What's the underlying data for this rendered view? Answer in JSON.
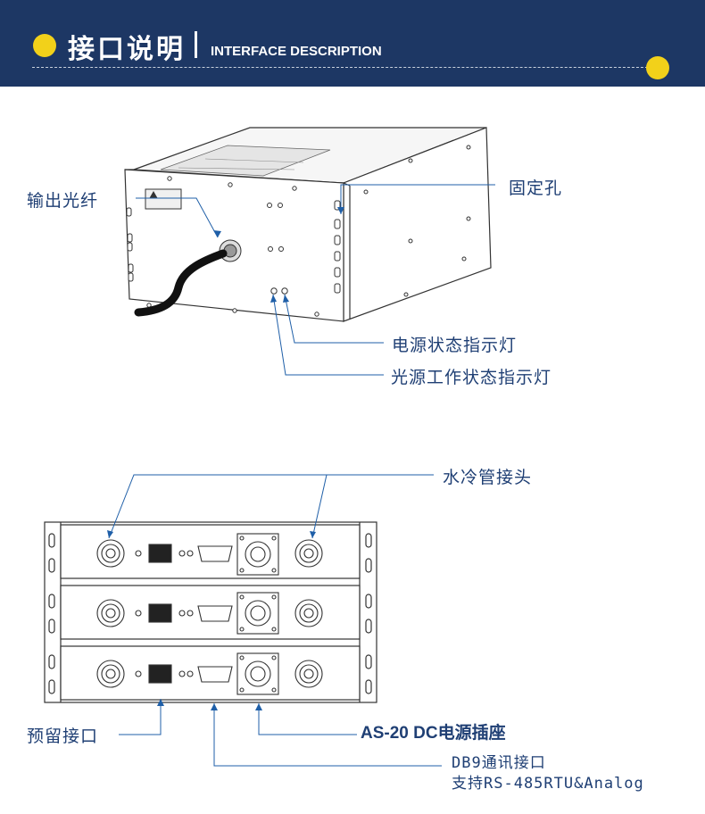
{
  "header": {
    "title": "接口说明",
    "subtitle": "INTERFACE DESCRIPTION",
    "accent_color": "#f2d11a",
    "background_color": "#1d3764"
  },
  "device_top": {
    "labels": {
      "output_fiber": "输出光纤",
      "mounting_hole": "固定孔",
      "power_indicator": "电源状态指示灯",
      "source_indicator": "光源工作状态指示灯"
    }
  },
  "device_bottom": {
    "labels": {
      "water_connector": "水冷管接头",
      "reserved_port": "预留接口",
      "dc_socket": "AS-20 DC电源插座",
      "db9_line1": "DB9通讯接口",
      "db9_line2": "支持RS-485RTU&Analog"
    }
  },
  "label_color": "#1f3f74"
}
